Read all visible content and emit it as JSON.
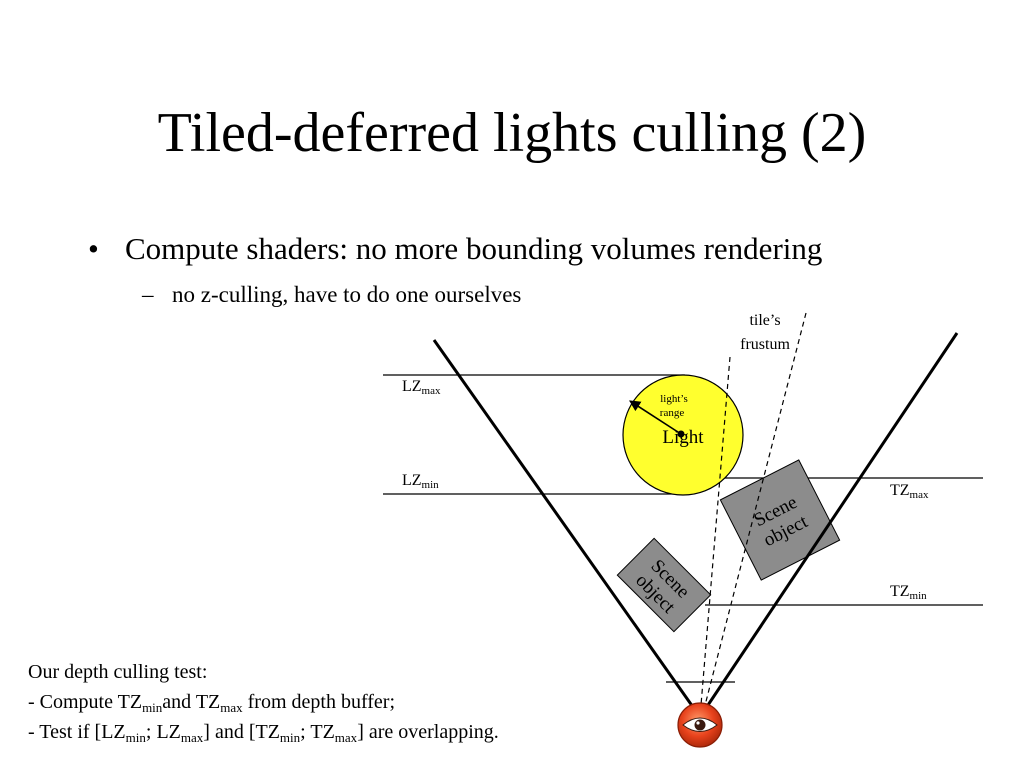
{
  "title": "Tiled-deferred lights culling (2)",
  "bullets": {
    "level1": {
      "marker": "•",
      "text": "Compute shaders: no more bounding volumes rendering"
    },
    "level2": {
      "marker": "–",
      "text": "no z-culling, have to do one ourselves"
    }
  },
  "diagram": {
    "frustum_label_line1": "tile’s",
    "frustum_label_line2": "frustum",
    "light_label": "Light",
    "light_range_line1": "light’s",
    "light_range_line2": "range",
    "lz_max": {
      "main": "LZ",
      "sub": "max"
    },
    "lz_min": {
      "main": "LZ",
      "sub": "min"
    },
    "tz_max": {
      "main": "TZ",
      "sub": "max"
    },
    "tz_min": {
      "main": "TZ",
      "sub": "min"
    },
    "scene_object_1": {
      "line1": "Scene",
      "line2": "object"
    },
    "scene_object_2": {
      "line1": "Scene",
      "line2": "object"
    },
    "eye_icon": "eye-icon",
    "colors": {
      "light_fill": "#ffff2e",
      "scene_object_fill": "#8c8c8c",
      "eye_outer": "#e8421c"
    }
  },
  "notes": {
    "line1": "Our depth culling test:",
    "line2": {
      "prefix": "- Compute TZ",
      "sub1": "min",
      "mid": "and  TZ",
      "sub2": "max",
      "suffix": " from depth buffer;"
    },
    "line3": {
      "p1": "- Test if [LZ",
      "s1": "min",
      "p2": "; LZ",
      "s2": "max",
      "p3": "] and [TZ",
      "s3": "min",
      "p4": "; TZ",
      "s4": "max",
      "p5": "] are overlapping."
    }
  }
}
